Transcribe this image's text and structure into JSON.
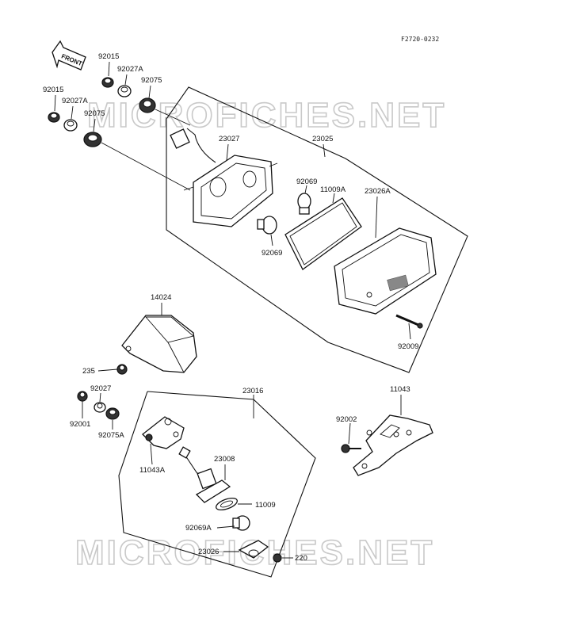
{
  "diagram_code": "F2720-0232",
  "front_arrow_label": "FRONT",
  "watermark": "MICROFICHES.NET",
  "parts": {
    "p92015_a": "92015",
    "p92027A_a": "92027A",
    "p92075_a": "92075",
    "p92015_b": "92015",
    "p92027A_b": "92027A",
    "p92075_b": "92075",
    "p23027": "23027",
    "p23025": "23025",
    "p92069_a": "92069",
    "p11009A": "11009A",
    "p23026A": "23026A",
    "p92069_b": "92069",
    "p92009": "92009",
    "p14024": "14024",
    "p235": "235",
    "p23016": "23016",
    "p92027": "92027",
    "p92001": "92001",
    "p92075A": "92075A",
    "p11043A": "11043A",
    "p23008": "23008",
    "p11009": "11009",
    "p92069A": "92069A",
    "p23026": "23026",
    "p220": "220",
    "p11043": "11043",
    "p92002": "92002"
  }
}
